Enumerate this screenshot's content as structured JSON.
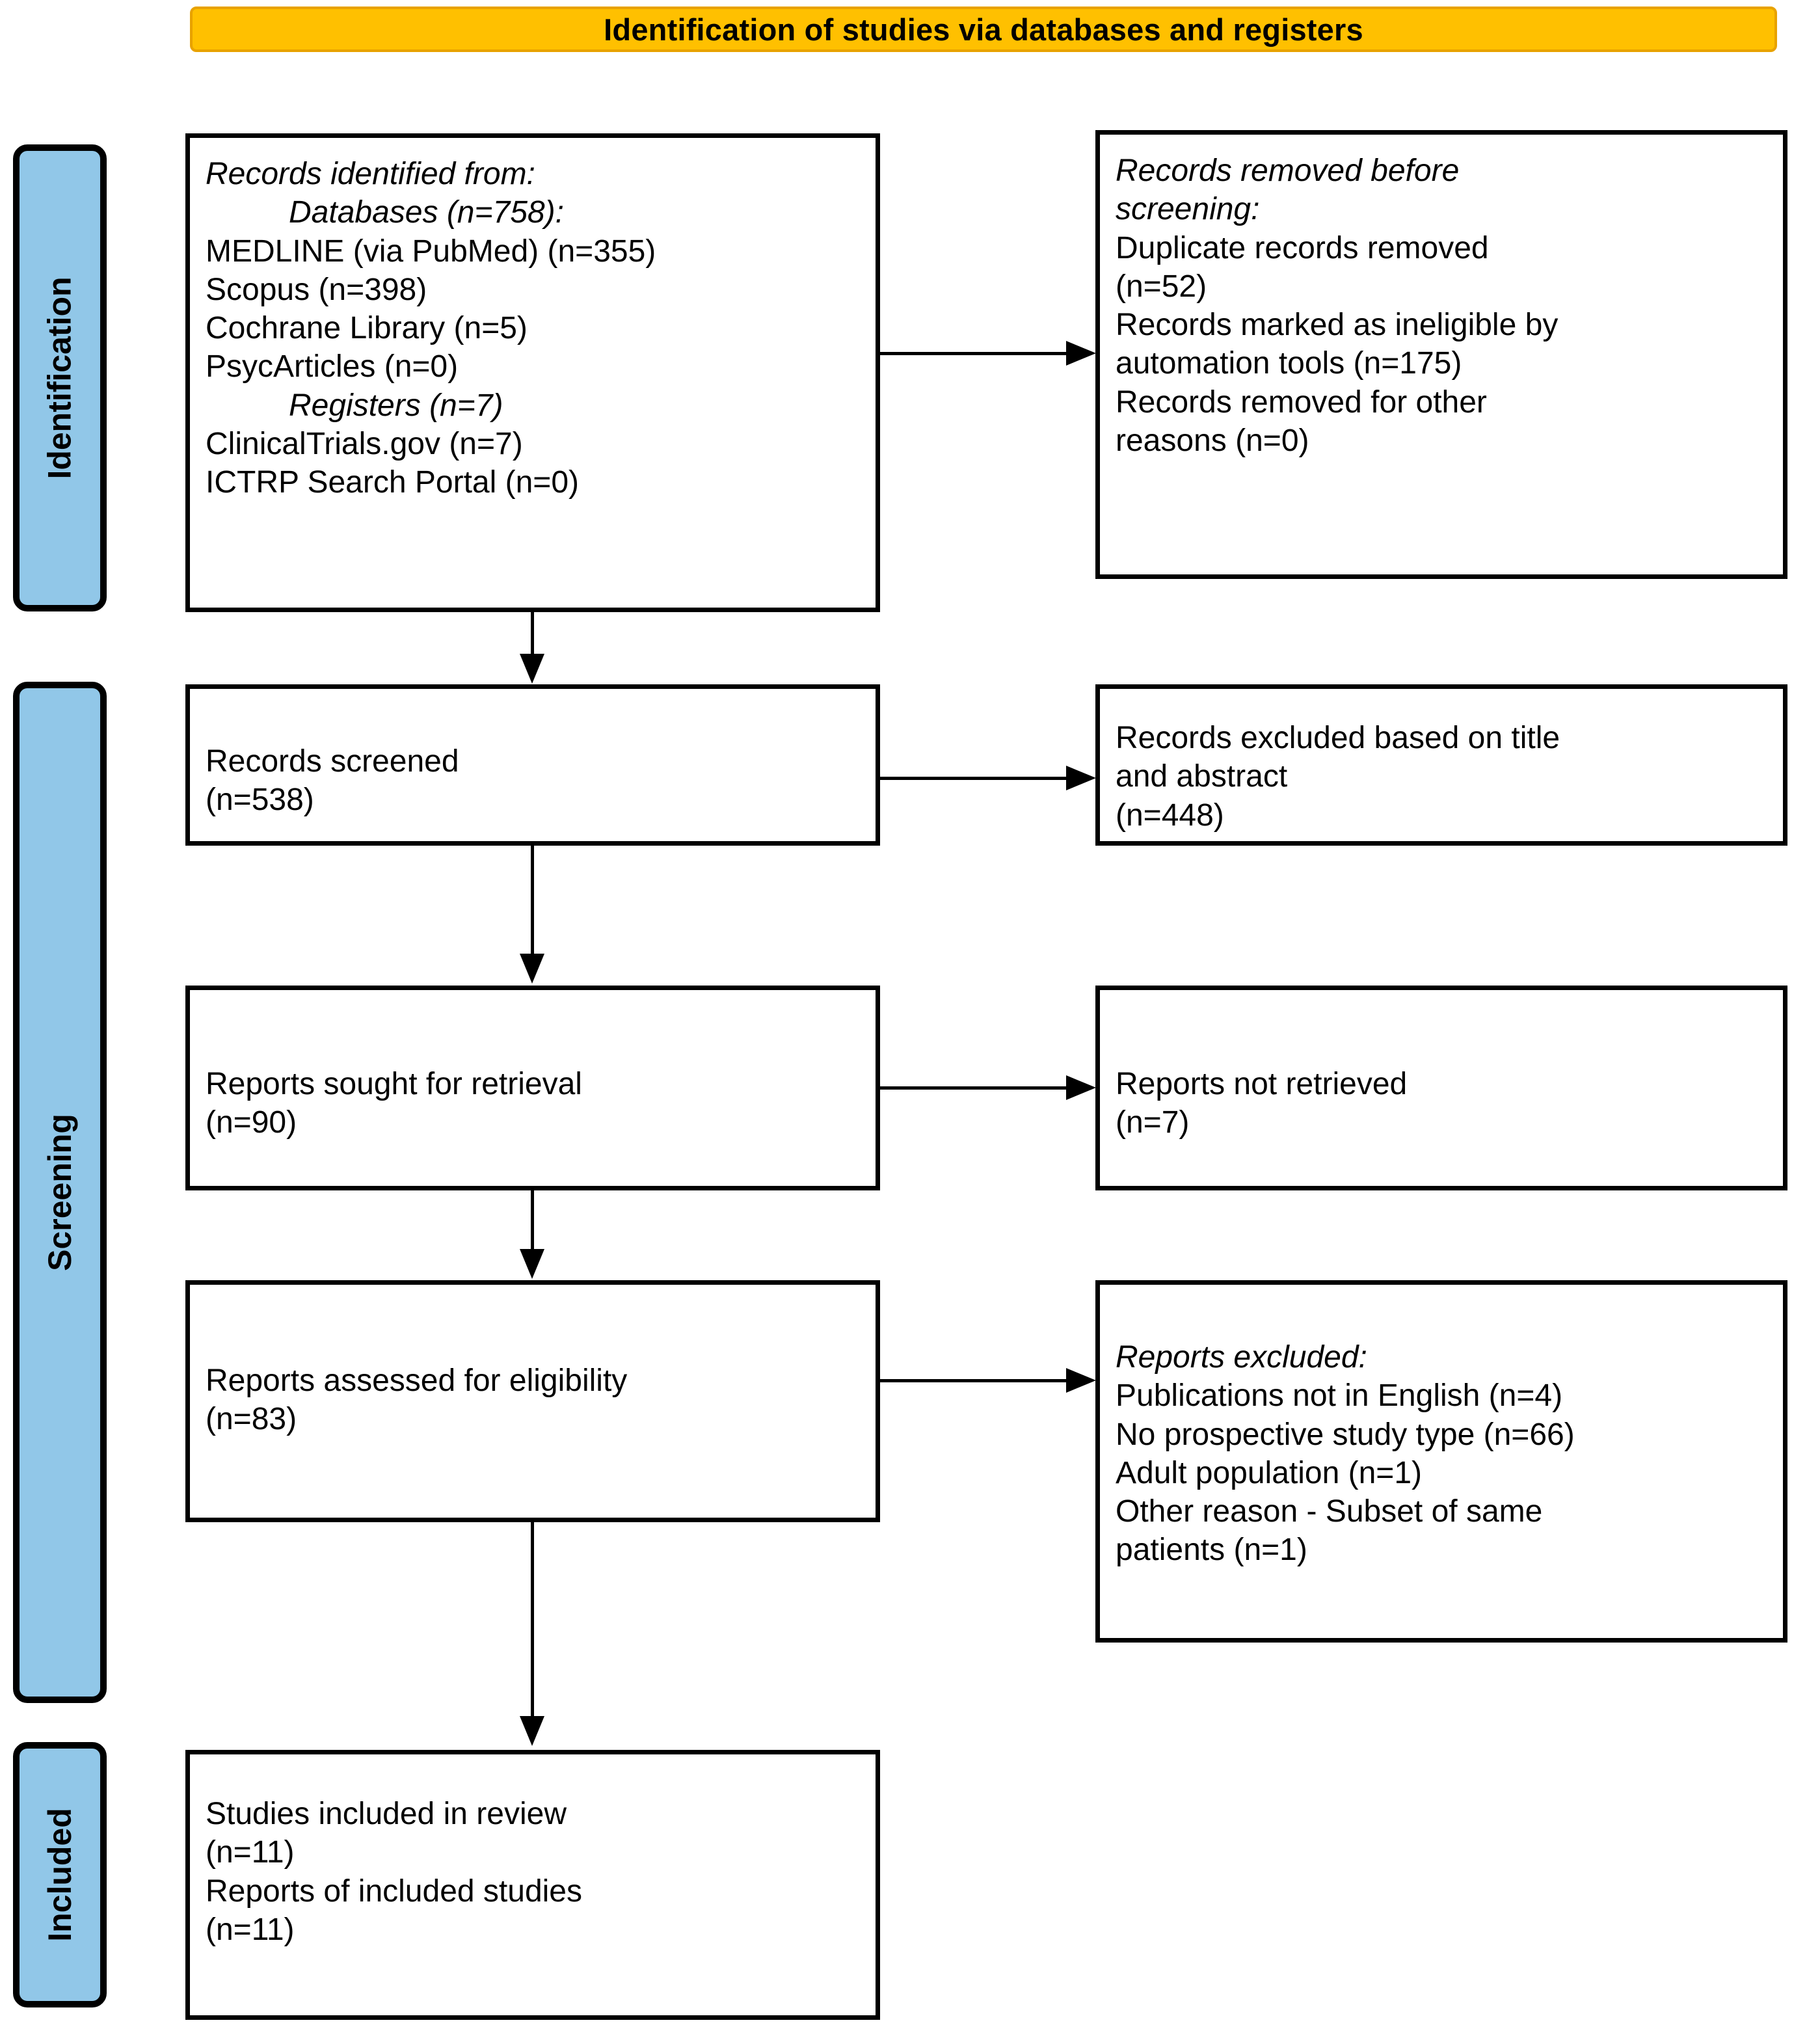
{
  "banner": {
    "title": "Identification of studies via databases and registers"
  },
  "stages": [
    {
      "label": "Identification"
    },
    {
      "label": "Screening"
    },
    {
      "label": "Included"
    }
  ],
  "boxes": {
    "identified": {
      "lines": [
        {
          "text": "Records identified from:",
          "style": "italic"
        },
        {
          "text": "Databases (n=758):",
          "style": "italic-indent"
        },
        {
          "text": "MEDLINE (via PubMed) (n=355)",
          "style": "normal"
        },
        {
          "text": "Scopus (n=398)",
          "style": "normal"
        },
        {
          "text": "Cochrane Library (n=5)",
          "style": "normal"
        },
        {
          "text": "PsycArticles (n=0)",
          "style": "normal"
        },
        {
          "text": "Registers (n=7)",
          "style": "italic-indent"
        },
        {
          "text": "ClinicalTrials.gov (n=7)",
          "style": "normal"
        },
        {
          "text": "ICTRP Search Portal (n=0)",
          "style": "normal"
        }
      ]
    },
    "removed_before_screening": {
      "lines": [
        {
          "text": "Records removed before",
          "style": "italic"
        },
        {
          "text": "screening:",
          "style": "italic"
        },
        {
          "text": "Duplicate records removed",
          "style": "normal"
        },
        {
          "text": "(n=52)",
          "style": "normal"
        },
        {
          "text": "Records marked as ineligible by",
          "style": "normal"
        },
        {
          "text": "automation tools (n=175)",
          "style": "normal"
        },
        {
          "text": "Records removed for other",
          "style": "normal"
        },
        {
          "text": "reasons (n=0)",
          "style": "normal"
        }
      ]
    },
    "records_screened": {
      "lines": [
        {
          "text": "Records screened",
          "style": "normal"
        },
        {
          "text": "(n=538)",
          "style": "normal"
        }
      ]
    },
    "records_excluded": {
      "lines": [
        {
          "text": "Records excluded based on title",
          "style": "normal"
        },
        {
          "text": "and abstract",
          "style": "normal"
        },
        {
          "text": "(n=448)",
          "style": "normal"
        }
      ]
    },
    "reports_sought": {
      "lines": [
        {
          "text": "Reports sought for retrieval",
          "style": "normal"
        },
        {
          "text": "(n=90)",
          "style": "normal"
        }
      ]
    },
    "reports_not_retrieved": {
      "lines": [
        {
          "text": "Reports not retrieved",
          "style": "normal"
        },
        {
          "text": "(n=7)",
          "style": "normal"
        }
      ]
    },
    "reports_assessed": {
      "lines": [
        {
          "text": "Reports assessed for eligibility",
          "style": "normal"
        },
        {
          "text": "(n=83)",
          "style": "normal"
        }
      ]
    },
    "reports_excluded": {
      "lines": [
        {
          "text": "Reports excluded:",
          "style": "italic"
        },
        {
          "text": "Publications not in English (n=4)",
          "style": "normal"
        },
        {
          "text": "No prospective study type (n=66)",
          "style": "normal"
        },
        {
          "text": "Adult population (n=1)",
          "style": "normal"
        },
        {
          "text": "Other reason - Subset of same",
          "style": "normal"
        },
        {
          "text": "patients (n=1)",
          "style": "normal"
        }
      ]
    },
    "studies_included": {
      "lines": [
        {
          "text": "Studies included in review",
          "style": "normal"
        },
        {
          "text": "(n=11)",
          "style": "normal"
        },
        {
          "text": "Reports of included studies",
          "style": "normal"
        },
        {
          "text": "(n=11)",
          "style": "normal"
        }
      ]
    }
  },
  "colors": {
    "banner_fill": "#FFC000",
    "stage_fill": "#91C7E8",
    "box_border": "#000000",
    "box_fill": "#FFFFFF"
  }
}
